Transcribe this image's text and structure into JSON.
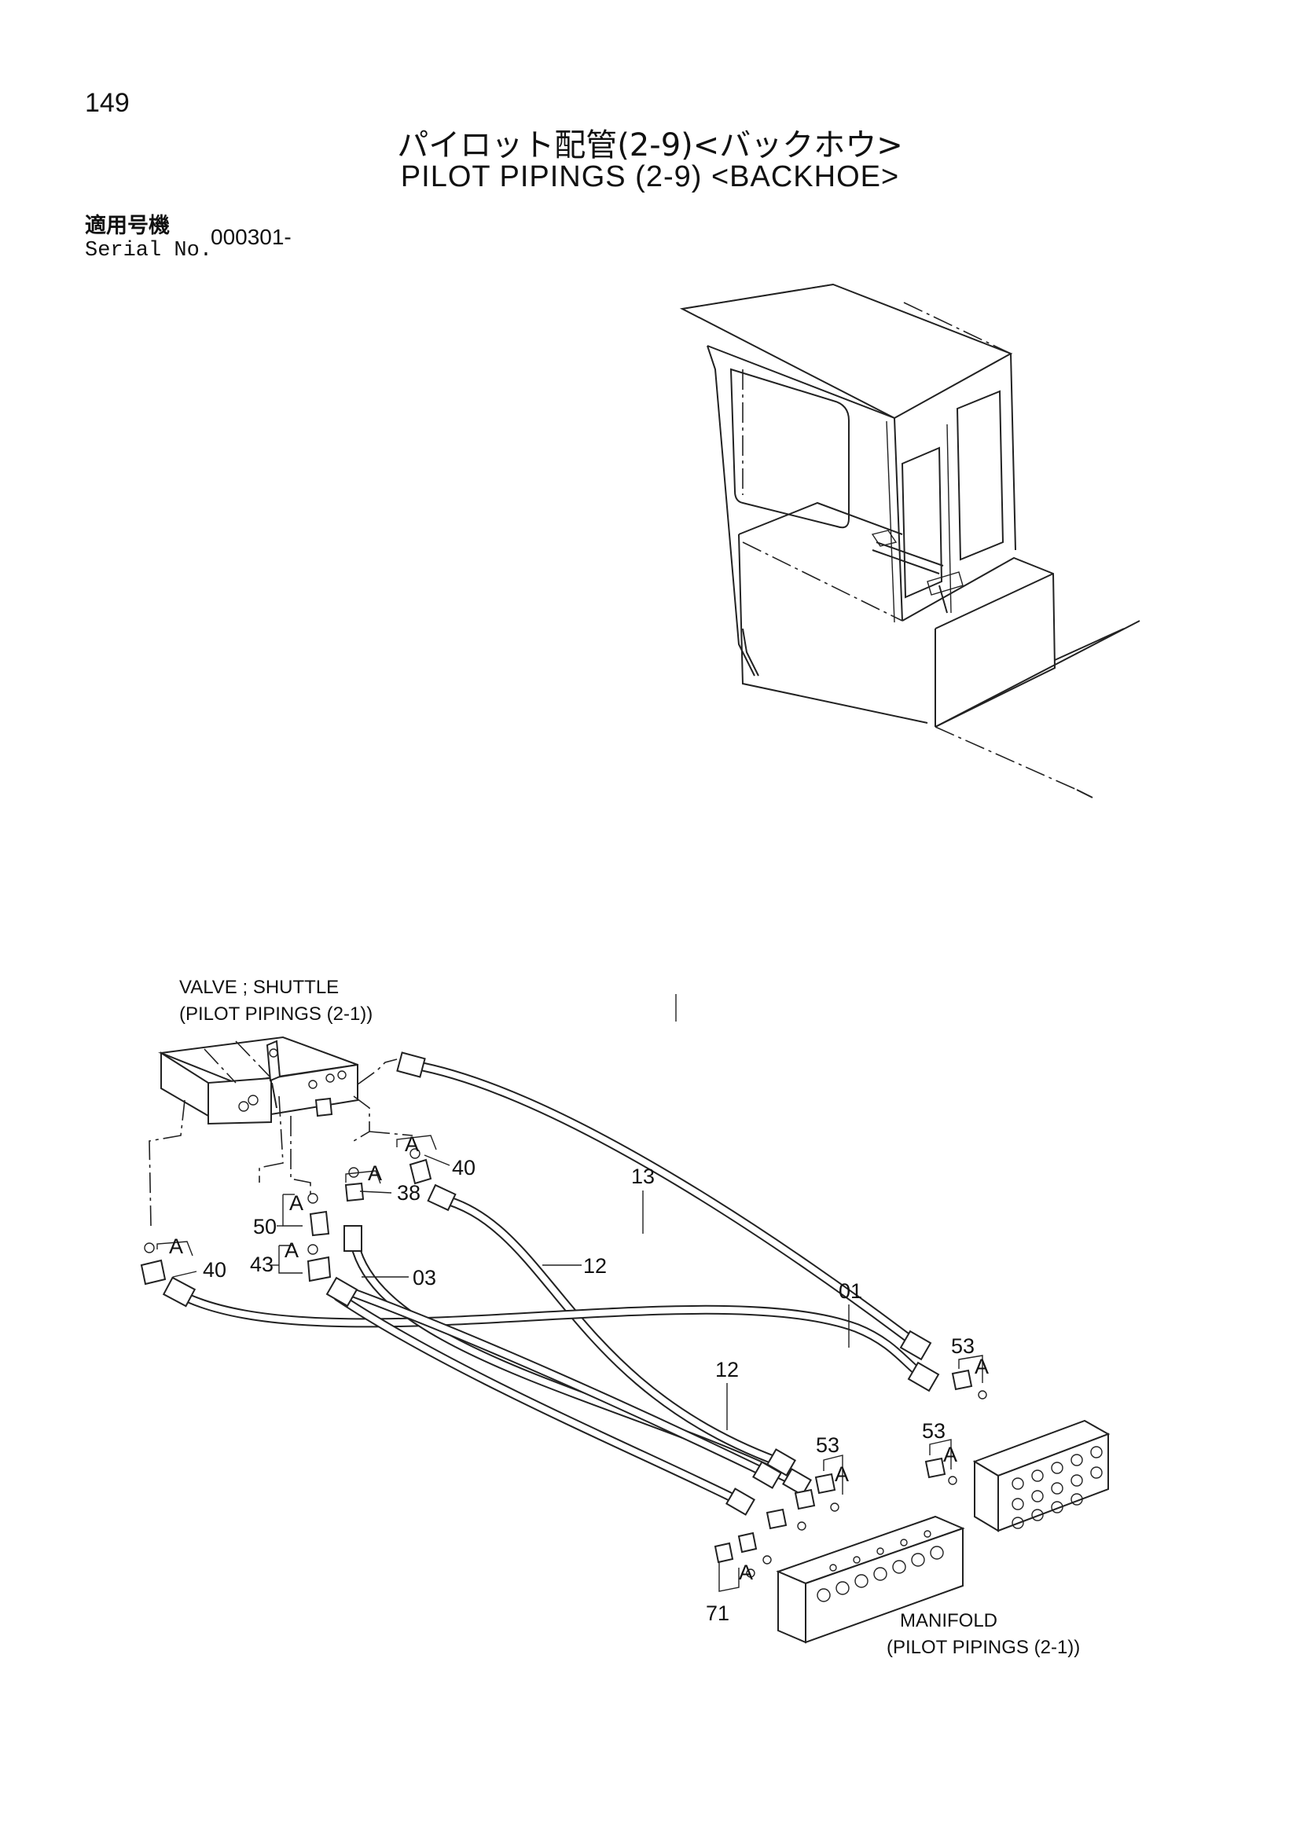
{
  "header": {
    "page_number": "149",
    "title_jp": "パイロット配管(2-9)<バックホウ>",
    "title_en": "PILOT PIPINGS (2-9) <BACKHOE>",
    "serial_label_jp": "適用号機",
    "serial_label_en": "Serial No.",
    "serial_value": "000301-"
  },
  "callouts": {
    "valve_shuttle": "VALVE ; SHUTTLE",
    "valve_shuttle_ref": "(PILOT PIPINGS (2-1))",
    "manifold": "MANIFOLD",
    "manifold_ref": "(PILOT PIPINGS (2-1))"
  },
  "parts": {
    "p40a": "40",
    "p38": "38",
    "p40b": "40",
    "p50": "50",
    "p43": "43",
    "p03": "03",
    "p12a": "12",
    "p13": "13",
    "p01": "01",
    "p12b": "12",
    "p53a": "53",
    "p53b": "53",
    "p53c": "53",
    "p71": "71"
  },
  "markers": {
    "a": "A"
  }
}
